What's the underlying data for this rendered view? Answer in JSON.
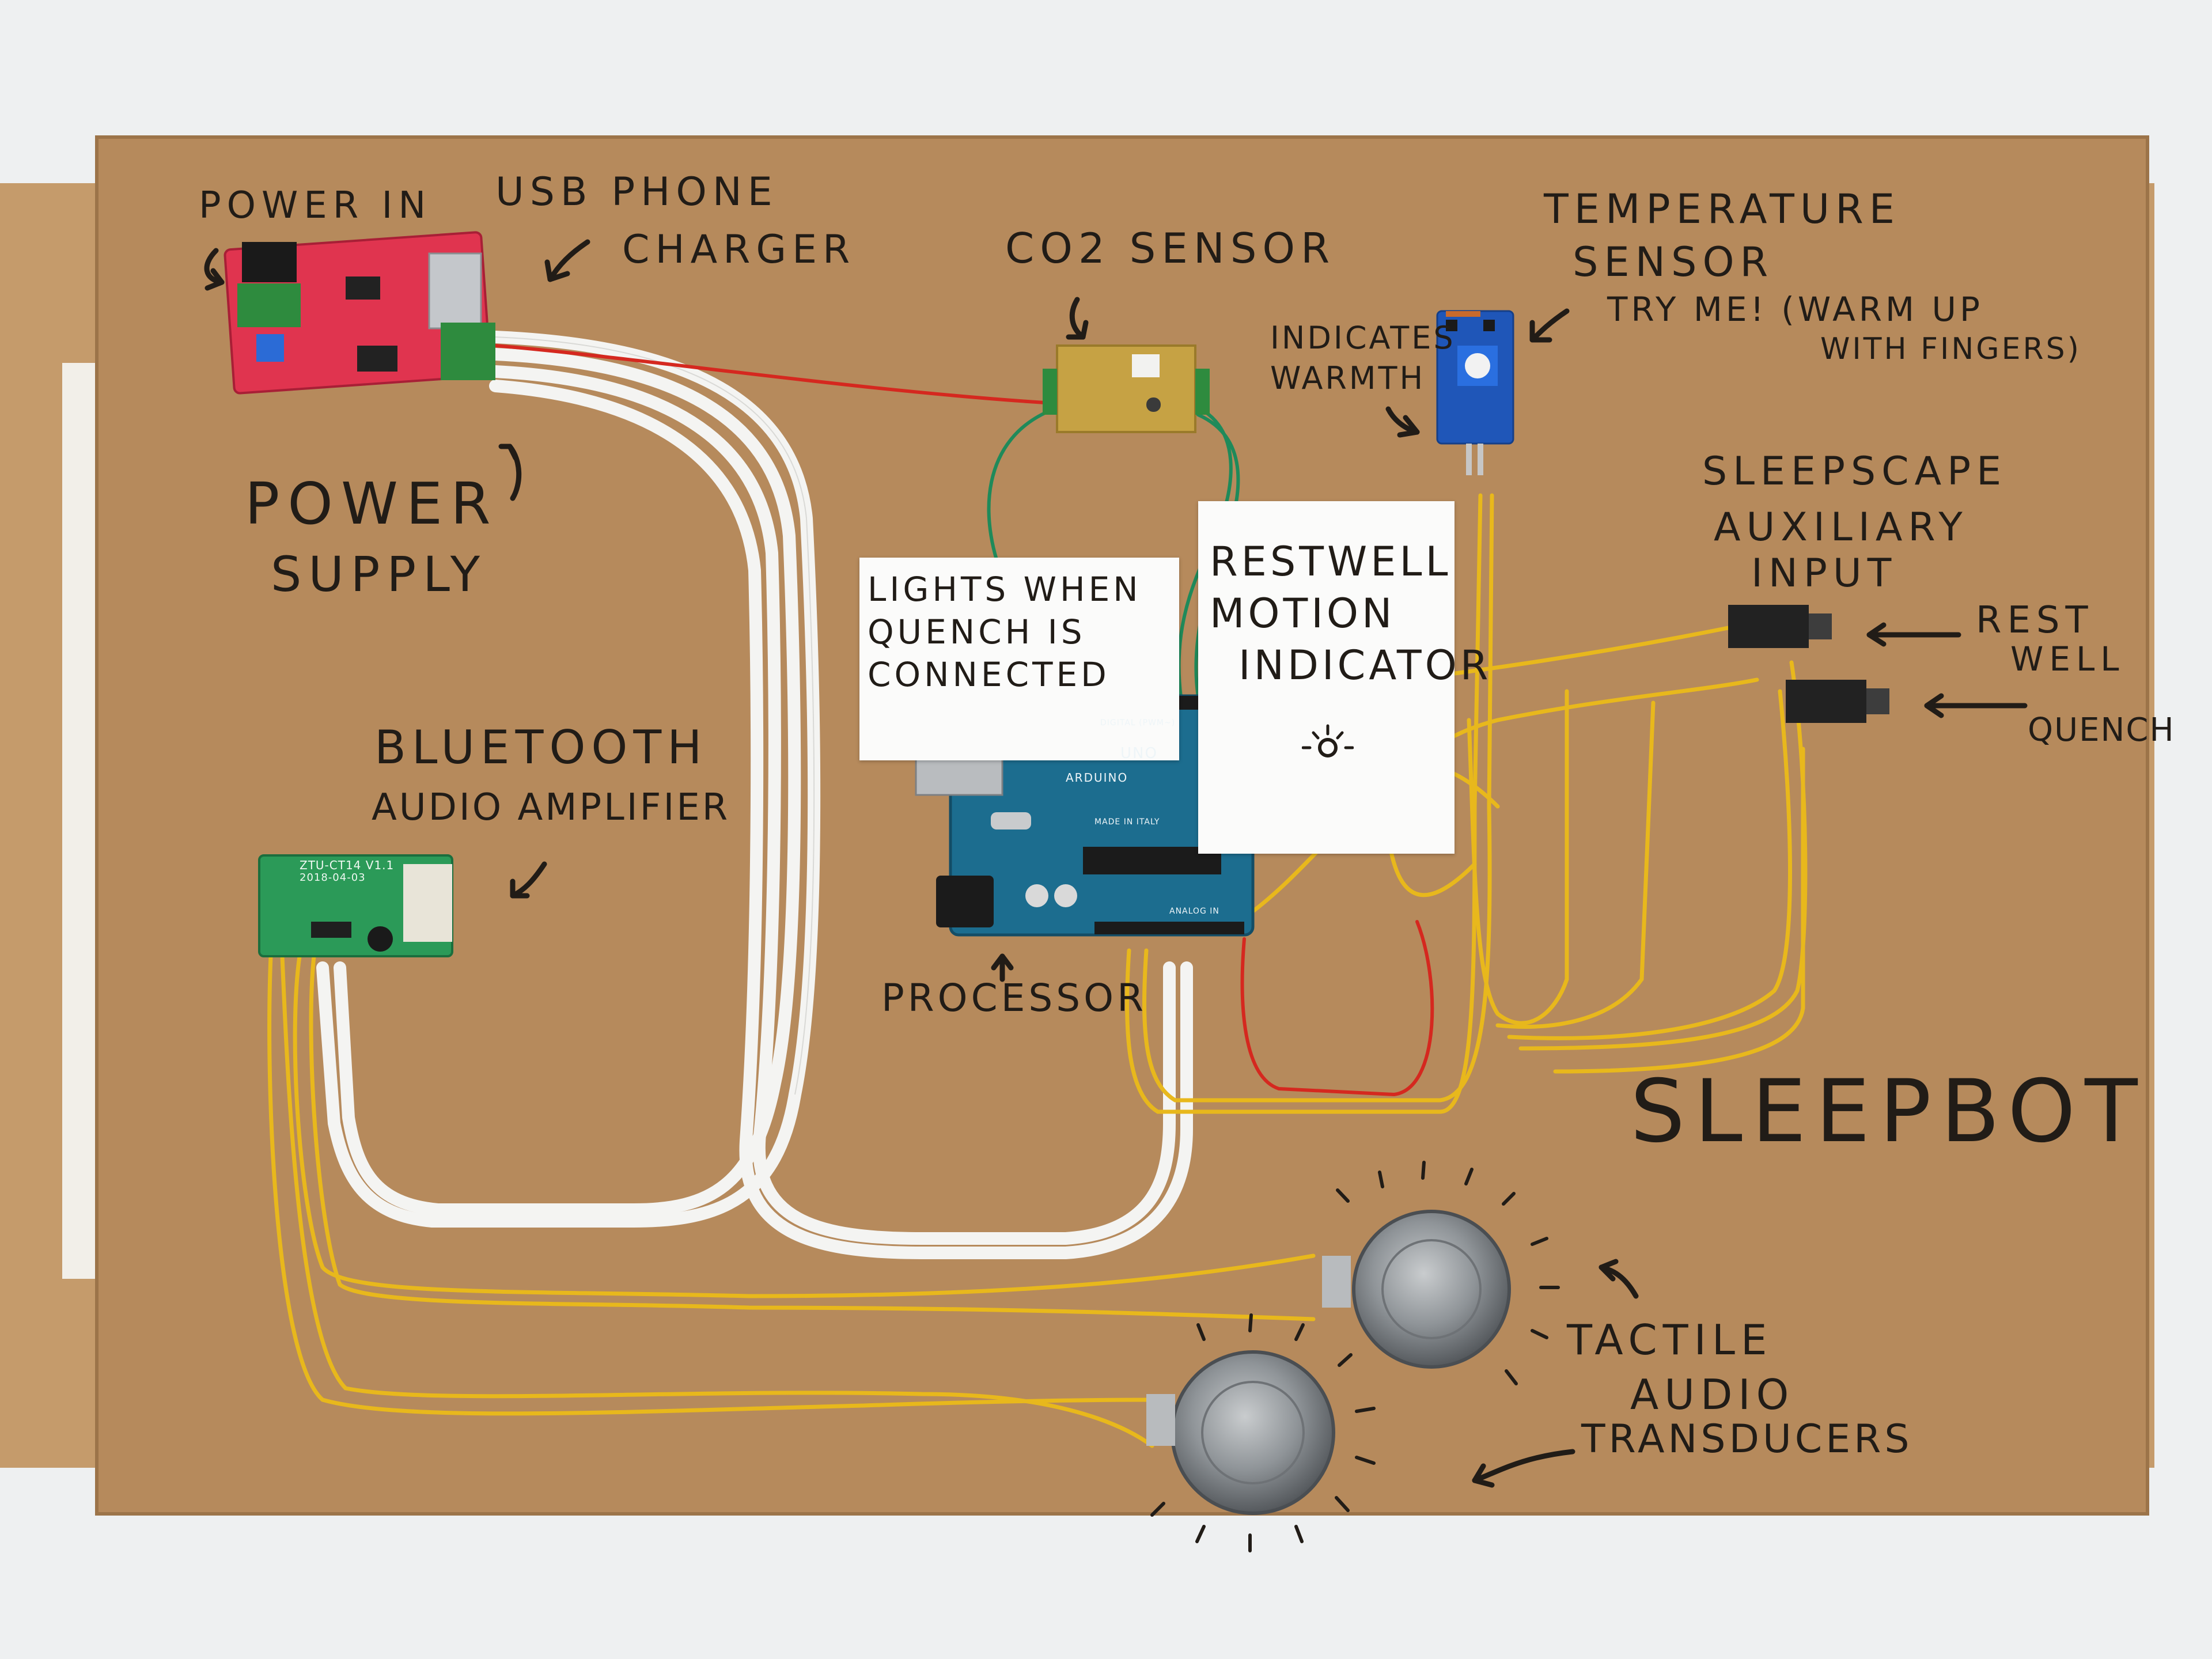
{
  "labels": {
    "power_in": "POWER IN",
    "usb_phone": "USB PHONE",
    "charger": "CHARGER",
    "co2_sensor": "CO2 SENSOR",
    "temperature": "TEMPERATURE",
    "sensor": "SENSOR",
    "try_me": "TRY ME! (WARM UP",
    "with_fingers": "WITH FINGERS)",
    "indicates": "INDICATES",
    "warmth": "WARMTH",
    "power": "POWER",
    "supply": "SUPPLY",
    "sleepscape": "SLEEPSCAPE",
    "auxiliary": "AUXILIARY",
    "input": "INPUT",
    "rest": "REST",
    "well": "WELL",
    "quench": "QUENCH",
    "lights_when": "LIGHTS WHEN",
    "quench_is": "QUENCH IS",
    "connected": "CONNECTED",
    "restwell": "RESTWELL",
    "motion": "MOTION",
    "indicator": "INDICATOR",
    "bluetooth": "BLUETOOTH",
    "audio_amplifier": "AUDIO AMPLIFIER",
    "processor": "PROCESSOR",
    "sleepbot": "SLEEPBOT",
    "tactile": "TACTILE",
    "audio": "AUDIO",
    "transducers": "TRANSDUCERS"
  },
  "board_print": {
    "arduino": "ARDUINO",
    "uno": "UNO",
    "made_in_italy": "MADE IN ITALY",
    "digital": "DIGITAL (PWM~)",
    "analog_in": "ANALOG IN",
    "amp_model": "ZTU-CT14 V1.1",
    "amp_date": "2018-04-03"
  },
  "colors": {
    "board": "#b48759",
    "wire_white": "#f4f4f2",
    "wire_yellow": "#e8b81c",
    "wire_red": "#d5281f",
    "wire_green": "#1f8a5a",
    "arduino": "#1c6d8f",
    "charger_pcb": "#e0344f",
    "amp_pcb": "#2b9a58",
    "ink": "#211c17"
  }
}
